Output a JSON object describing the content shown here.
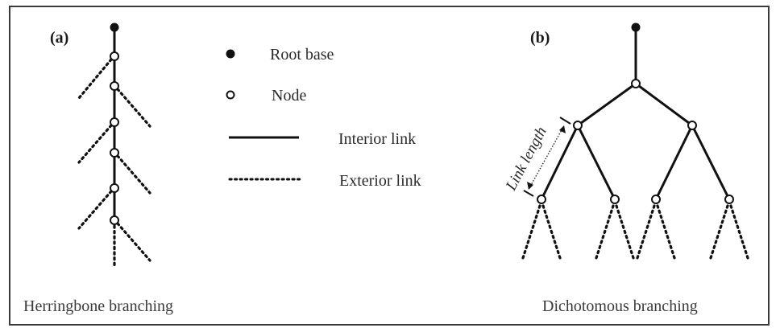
{
  "panels": {
    "a": {
      "label": "(a)",
      "caption": "Herringbone branching",
      "type": "herringbone",
      "interior_nodes": 6,
      "exterior_links": [
        {
          "node": 1,
          "side": "left"
        },
        {
          "node": 2,
          "side": "right"
        },
        {
          "node": 3,
          "side": "left"
        },
        {
          "node": 4,
          "side": "right"
        },
        {
          "node": 5,
          "side": "left"
        },
        {
          "node": 6,
          "side": "right"
        },
        {
          "node": 6,
          "side": "down"
        }
      ]
    },
    "b": {
      "label": "(b)",
      "caption": "Dichotomous branching",
      "type": "dichotomous",
      "levels": 3,
      "annotation": "Link length"
    }
  },
  "legend": {
    "items": [
      {
        "symbol": "filled-circle",
        "label": "Root base"
      },
      {
        "symbol": "open-circle",
        "label": "Node"
      },
      {
        "symbol": "solid-line",
        "label": "Interior link"
      },
      {
        "symbol": "dotted-line",
        "label": "Exterior link"
      }
    ]
  },
  "colors": {
    "stroke": "#111111",
    "text": "#2a2a2a",
    "border": "#3a3a3a",
    "background": "#ffffff"
  }
}
